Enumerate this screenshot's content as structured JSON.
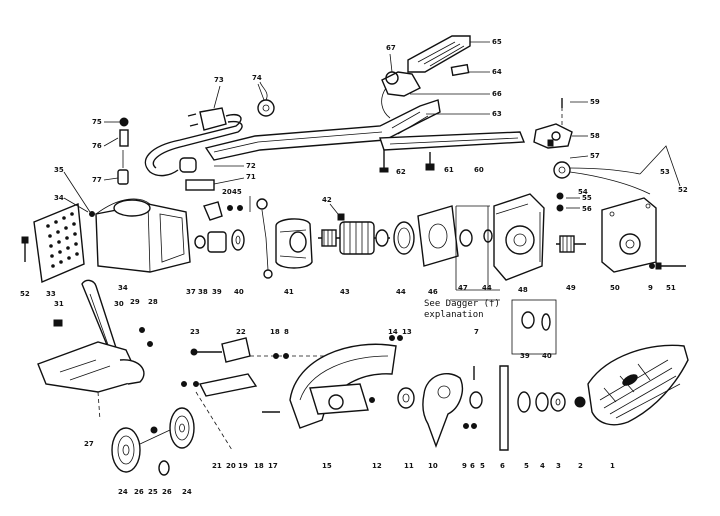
{
  "diagram": {
    "note_line1": "See Dagger (†)",
    "note_line2": "explanation",
    "part_labels": {
      "p65": "65",
      "p64": "64",
      "p66": "66",
      "p67": "67",
      "p63": "63",
      "p73": "73",
      "p74": "74",
      "p75": "75",
      "p76": "76",
      "p77": "77",
      "p72": "72",
      "p71": "71",
      "p62": "62",
      "p61": "61",
      "p60": "60",
      "p59": "59",
      "p58": "58",
      "p57": "57",
      "p54": "54",
      "p55": "55",
      "p56": "56",
      "p53": "53",
      "p52a": "52",
      "p35": "35",
      "p34a": "34",
      "p20a": "20",
      "p45": "45",
      "p42": "42",
      "p52b": "52",
      "p33": "33",
      "p34b": "34",
      "p37": "37",
      "p38": "38",
      "p39a": "39",
      "p40a": "40",
      "p41": "41",
      "p43": "43",
      "p44": "44",
      "p46": "46",
      "p47": "47",
      "p48": "48",
      "p49": "49",
      "p50": "50",
      "p9a": "9",
      "p51": "51",
      "p31": "31",
      "p30": "30",
      "p29": "29",
      "p28": "28",
      "p39b": "39",
      "p40b": "40",
      "p23": "23",
      "p22": "22",
      "p18a": "18",
      "p8": "8",
      "p14": "14",
      "p13": "13",
      "p7": "7",
      "p27": "27",
      "p21": "21",
      "p20b": "20",
      "p19": "19",
      "p18b": "18",
      "p17": "17",
      "p15": "15",
      "p12": "12",
      "p11": "11",
      "p10": "10",
      "p9b": "9",
      "p6a": "6",
      "p5a": "5",
      "p6b": "6",
      "p5b": "5",
      "p4": "4",
      "p3": "3",
      "p2": "2",
      "p1": "1",
      "p24a": "24",
      "p26a": "26",
      "p25": "25",
      "p26b": "26",
      "p24b": "24"
    }
  }
}
